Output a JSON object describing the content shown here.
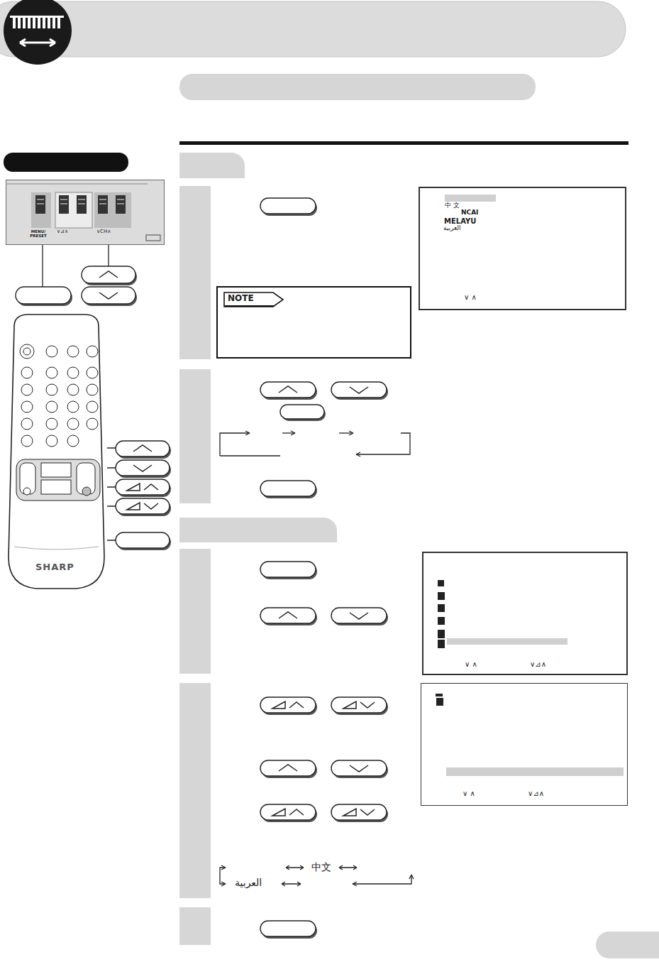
{
  "diagram": {
    "nodes": [
      {
        "text": [
          "中 文",
          "NCAI",
          "MELAYU",
          "العربية",
          "∨ ∧"
        ]
      },
      {
        "text": [
          "NOTE"
        ]
      },
      {
        "text": [
          "∨ ∧",
          "∨⊿∧"
        ]
      },
      {
        "text": [
          "∨ ∧",
          "∨⊿∧"
        ]
      },
      {
        "text": [
          "MENU/ PRESET",
          "∨⊿∧",
          "∨CH∧"
        ]
      },
      {
        "text": [
          "SHARP"
        ]
      }
    ],
    "labels": [
      "中文",
      "العربية"
    ]
  }
}
